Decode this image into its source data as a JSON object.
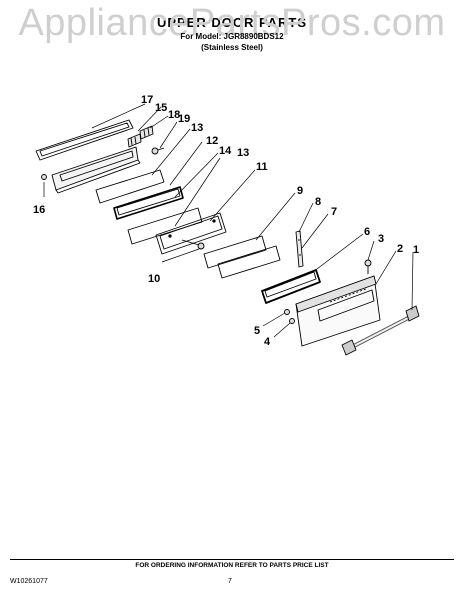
{
  "watermark": "AppliancePartsPros.com",
  "header": {
    "title": "UPPER DOOR PARTS",
    "model_line": "For Model: JGR8890BDS12",
    "finish_line": "(Stainless Steel)"
  },
  "callouts": [
    "17",
    "15",
    "18",
    "19",
    "13",
    "12",
    "14",
    "13",
    "11",
    "16",
    "10",
    "9",
    "8",
    "7",
    "6",
    "3",
    "2",
    "1",
    "5",
    "4"
  ],
  "footer": {
    "ordering_note": "FOR ORDERING INFORMATION REFER TO PARTS PRICE LIST",
    "document_number": "W10261077",
    "page_number": "7"
  }
}
